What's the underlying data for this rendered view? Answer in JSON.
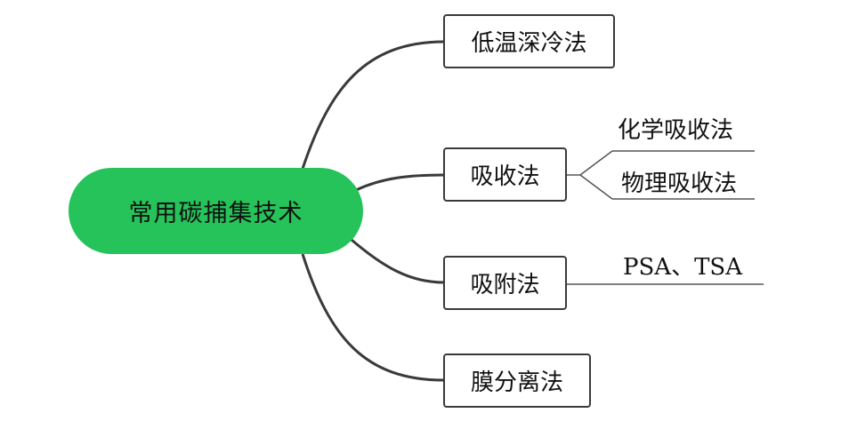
{
  "root": {
    "label": "常用碳捕集技术",
    "color": "#26c35a"
  },
  "branches": [
    {
      "label": "低温深冷法",
      "children": []
    },
    {
      "label": "吸收法",
      "children": [
        "化学吸收法",
        "物理吸收法"
      ]
    },
    {
      "label": "吸附法",
      "children": [
        "PSA、TSA"
      ]
    },
    {
      "label": "膜分离法",
      "children": []
    }
  ],
  "line_color": "#3a3a3a",
  "leaf_line_color": "#555555"
}
